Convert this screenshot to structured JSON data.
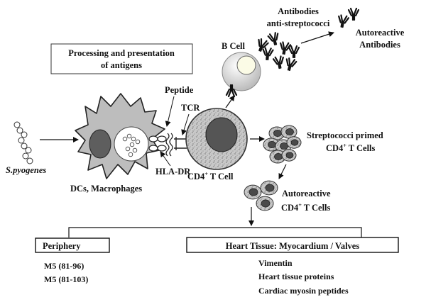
{
  "labels": {
    "processing_line1": "Processing and presentation",
    "processing_line2": "of antigens",
    "antibodies_line1": "Antibodies",
    "antibodies_line2": "anti-streptococci",
    "autoreactive_ab_line1": "Autoreactive",
    "autoreactive_ab_line2": "Antibodies",
    "b_cell": "B Cell",
    "peptide": "Peptide",
    "tcr": "TCR",
    "hla_dr": "HLA-DR",
    "s_pyogenes": "S.pyogenes",
    "dcs": "DCs, Macrophages",
    "cd4_prefix": "CD4",
    "cd4_sup": "+",
    "cd4_suffix": " T Cell",
    "strep_line1": "Streptococci primed",
    "strep_line2_suffix": " T Cells",
    "auto_line1": "Autoreactive",
    "auto_line2_suffix": " T Cells"
  },
  "periphery": {
    "title": "Periphery",
    "items": [
      "M5 (81-96)",
      "M5 (81-103)"
    ]
  },
  "heart": {
    "title": "Heart Tissue: Myocardium / Valves",
    "items": [
      "Vimentin",
      "Heart tissue proteins",
      "Cardiac myosin peptides"
    ]
  }
}
